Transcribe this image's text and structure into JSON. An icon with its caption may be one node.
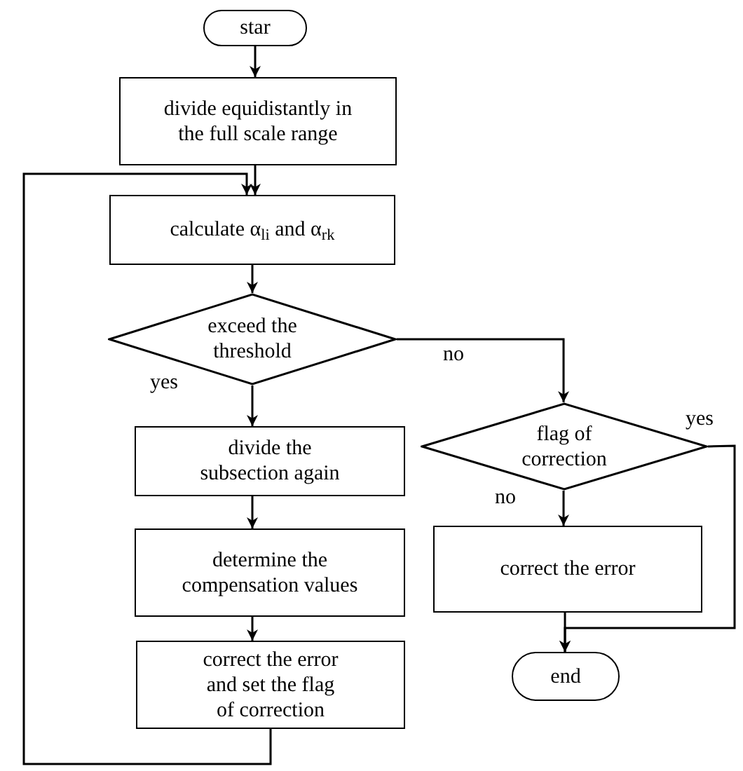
{
  "diagram": {
    "nodes": [
      {
        "text": [
          "star"
        ]
      },
      {
        "text": [
          "divide equidistantly in the full scale range"
        ]
      },
      {
        "text": [
          "calculate α$_{li}$ and α$_{rk}$"
        ]
      },
      {
        "text": [
          "exceed the threshold"
        ]
      },
      {
        "text": [
          "divide the subsection again"
        ]
      },
      {
        "text": [
          "determine the compensation values"
        ]
      },
      {
        "text": [
          "correct the error and set the flag of correction"
        ]
      },
      {
        "text": [
          "flag of correction"
        ]
      },
      {
        "text": [
          "correct the error"
        ]
      },
      {
        "text": [
          "end"
        ]
      }
    ],
    "edges": [
      {
        "from": 0,
        "to": 1,
        "arrow": "to"
      },
      {
        "from": 1,
        "to": 2,
        "arrow": "to"
      },
      {
        "from": 2,
        "to": 3,
        "arrow": "to"
      },
      {
        "from": 3,
        "to": 4,
        "arrow": "to",
        "label": "yes"
      },
      {
        "from": 3,
        "to": 7,
        "arrow": "to",
        "label": "no"
      },
      {
        "from": 4,
        "to": 5,
        "arrow": "to"
      },
      {
        "from": 5,
        "to": 6,
        "arrow": "to"
      },
      {
        "from": 6,
        "to": 2,
        "arrow": "to"
      },
      {
        "from": 7,
        "to": 8,
        "arrow": "to",
        "label": "no"
      },
      {
        "from": 7,
        "to": 9,
        "arrow": "to",
        "label": "yes"
      },
      {
        "from": 8,
        "to": 9,
        "arrow": "to"
      }
    ]
  }
}
